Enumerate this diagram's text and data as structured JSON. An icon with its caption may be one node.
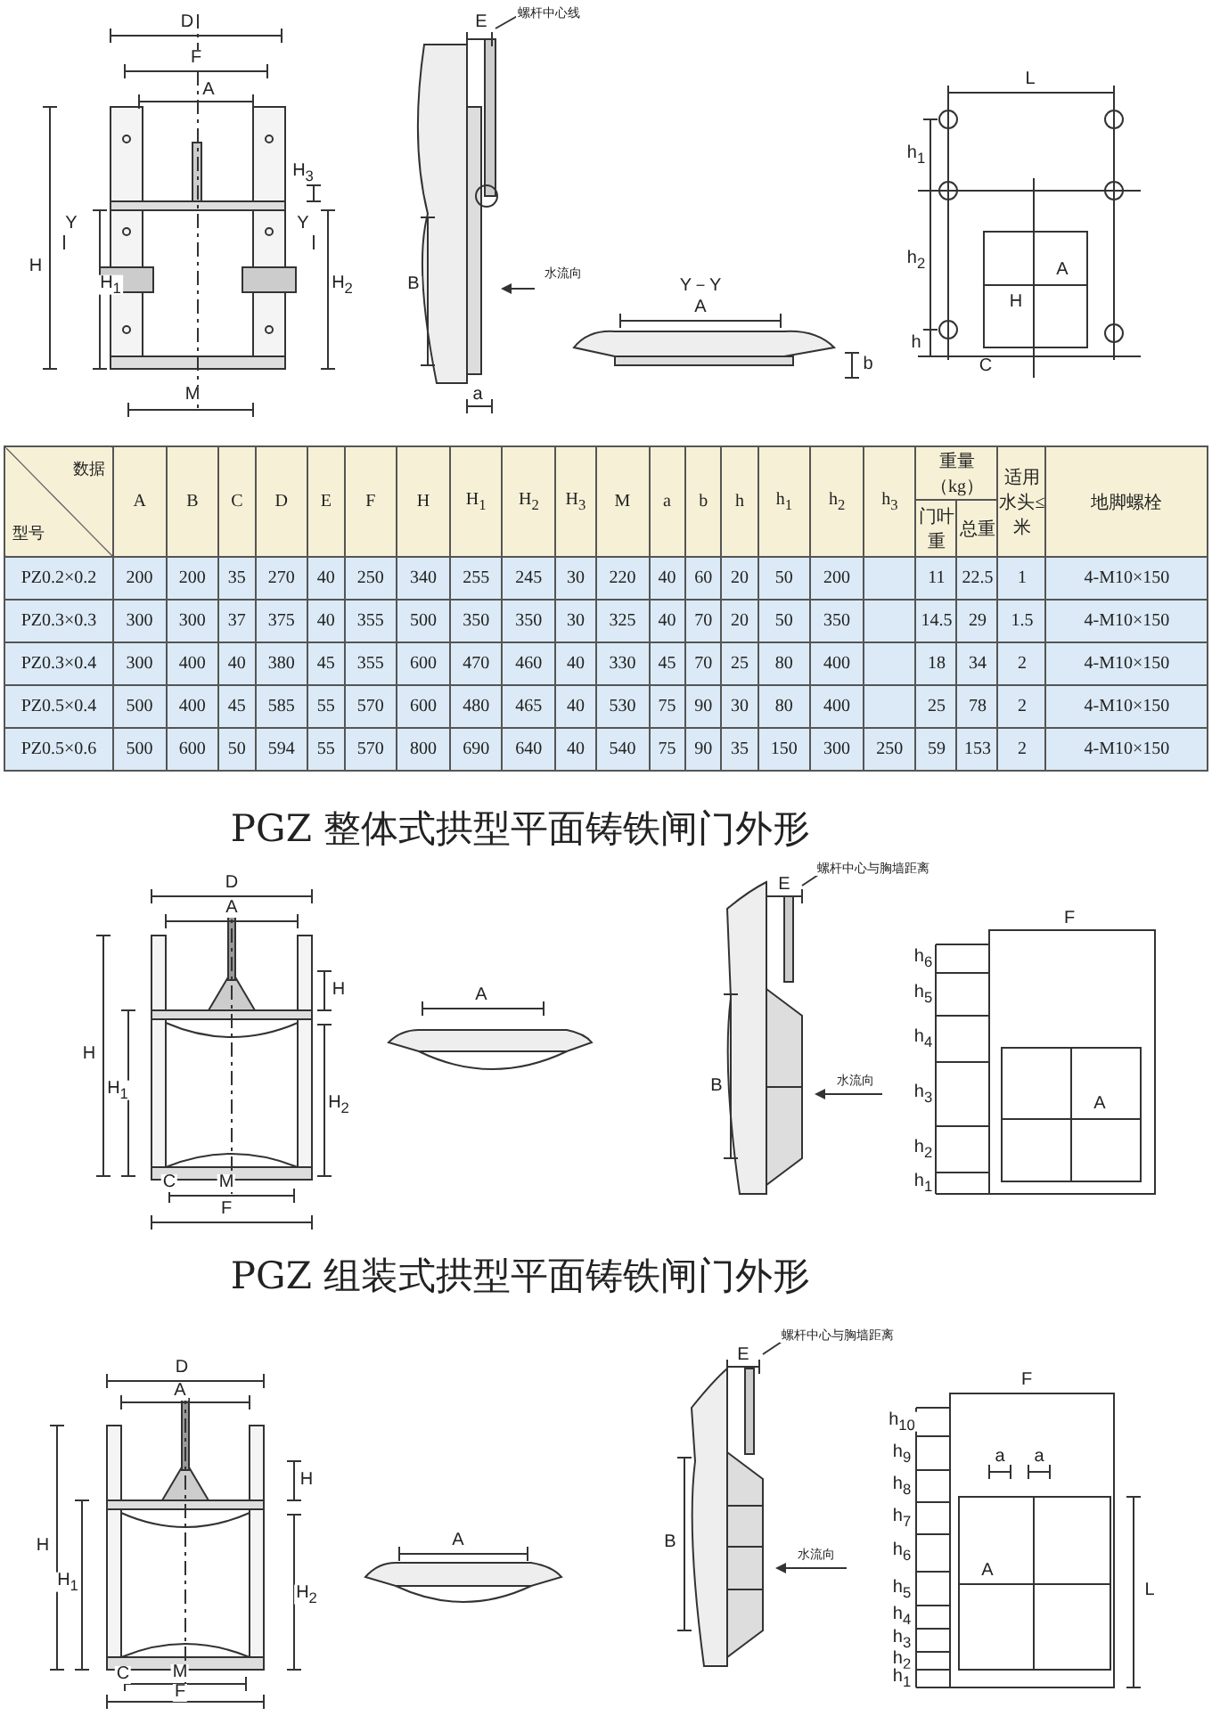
{
  "diagram": {
    "labels": [
      "D",
      "F",
      "A",
      "H$_{3}$",
      "H",
      "Y",
      "Y",
      "H$_{1}$",
      "H$_{2}$",
      "M",
      "E",
      "螺杆中心线",
      "B",
      "水流向",
      "a",
      "Y－Y",
      "A",
      "b",
      "L",
      "h$_{1}$",
      "h$_{2}$",
      "h",
      "A",
      "H",
      "C",
      "数据",
      "型号",
      "A",
      "B",
      "C",
      "D",
      "E",
      "F",
      "H",
      "H$_{1}$",
      "H$_{2}$",
      "H$_{3}$",
      "M",
      "a",
      "b",
      "h",
      "h$_{1}$",
      "h$_{2}$",
      "h$_{3}$",
      "重量（kg）",
      "适用水头≤米",
      "地脚螺栓",
      "门叶重",
      "总重",
      "PZ0.2×0.2",
      "200",
      "200",
      "35",
      "270",
      "40",
      "250",
      "340",
      "255",
      "245",
      "30",
      "220",
      "40",
      "60",
      "20",
      "50",
      "200",
      "11",
      "22.5",
      "1",
      "4-M10×150",
      "PZ0.3×0.3",
      "300",
      "300",
      "37",
      "375",
      "40",
      "355",
      "500",
      "350",
      "350",
      "30",
      "325",
      "40",
      "70",
      "20",
      "50",
      "350",
      "14.5",
      "29",
      "1.5",
      "4-M10×150",
      "PZ0.3×0.4",
      "300",
      "400",
      "40",
      "380",
      "45",
      "355",
      "600",
      "470",
      "460",
      "40",
      "330",
      "45",
      "70",
      "25",
      "80",
      "400",
      "18",
      "34",
      "2",
      "4-M10×150",
      "PZ0.5×0.4",
      "500",
      "400",
      "45",
      "585",
      "55",
      "570",
      "600",
      "480",
      "465",
      "40",
      "530",
      "75",
      "90",
      "30",
      "80",
      "400",
      "25",
      "78",
      "2",
      "4-M10×150",
      "PZ0.5×0.6",
      "500",
      "600",
      "50",
      "594",
      "55",
      "570",
      "800",
      "690",
      "640",
      "40",
      "540",
      "75",
      "90",
      "35",
      "150",
      "300",
      "250",
      "59",
      "153",
      "2",
      "4-M10×150",
      "PGZ 整体式拱型平面铸铁闸门外形",
      "D",
      "A",
      "H",
      "H",
      "H$_{1}$",
      "H$_{2}$",
      "C",
      "M",
      "F",
      "A",
      "螺杆中心与胸墙距离",
      "E",
      "B",
      "水流向",
      "F",
      "h$_{6}$",
      "h$_{5}$",
      "h$_{4}$",
      "h$_{3}$",
      "h$_{2}$",
      "h$_{1}$",
      "A",
      "PGZ 组装式拱型平面铸铁闸门外形",
      "D",
      "A",
      "H",
      "H",
      "H$_{1}$",
      "H$_{2}$",
      "C",
      "M",
      "F",
      "A",
      "螺杆中心与胸墙距离",
      "E",
      "B",
      "水流向",
      "F",
      "h$_{10}$",
      "h$_{9}$",
      "h$_{8}$",
      "h$_{7}$",
      "h$_{6}$",
      "h$_{5}$",
      "h$_{4}$",
      "h$_{3}$",
      "h$_{2}$",
      "h$_{1}$",
      "a",
      "a",
      "A",
      "L"
    ]
  }
}
